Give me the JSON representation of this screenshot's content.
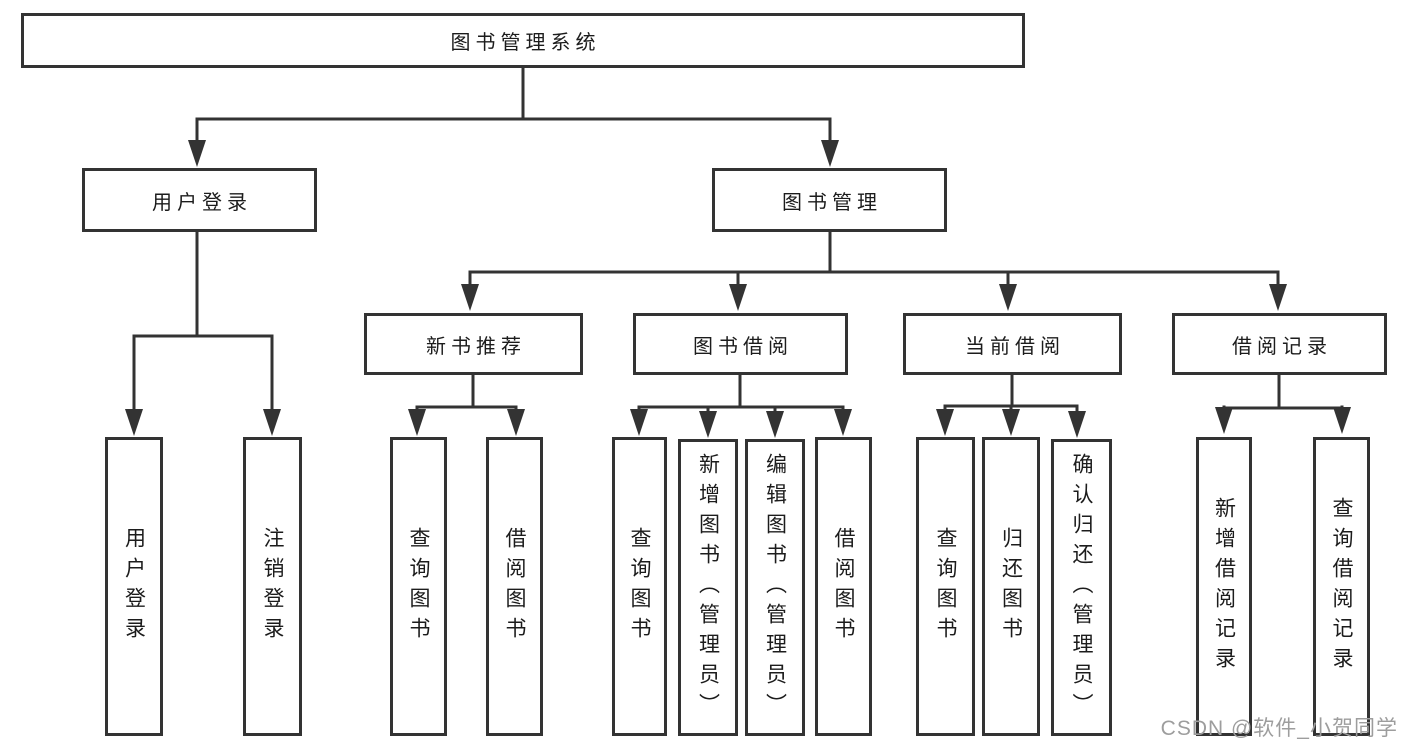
{
  "diagram": {
    "type": "hierarchy-tree",
    "title": "图书管理系统",
    "line_color": "#333333",
    "box_border_color": "#333333",
    "text_color": "#1c1c1c",
    "nodes": [
      {
        "id": "root",
        "parent": null,
        "label": "图书管理系统"
      },
      {
        "id": "user-login",
        "parent": "root",
        "label": "用户登录"
      },
      {
        "id": "book-mgmt",
        "parent": "root",
        "label": "图书管理"
      },
      {
        "id": "new-book-rec",
        "parent": "book-mgmt",
        "label": "新书推荐"
      },
      {
        "id": "book-borrow",
        "parent": "book-mgmt",
        "label": "图书借阅"
      },
      {
        "id": "current-borrow",
        "parent": "book-mgmt",
        "label": "当前借阅"
      },
      {
        "id": "borrow-records",
        "parent": "book-mgmt",
        "label": "借阅记录"
      },
      {
        "id": "leaf-user-login",
        "parent": "user-login",
        "label": "用户登录"
      },
      {
        "id": "leaf-logout",
        "parent": "user-login",
        "label": "注销登录"
      },
      {
        "id": "leaf-nb-query",
        "parent": "new-book-rec",
        "label": "查询图书"
      },
      {
        "id": "leaf-nb-borrow",
        "parent": "new-book-rec",
        "label": "借阅图书"
      },
      {
        "id": "leaf-bb-query",
        "parent": "book-borrow",
        "label": "查询图书"
      },
      {
        "id": "leaf-bb-add",
        "parent": "book-borrow",
        "label": "新增图书（管理员）"
      },
      {
        "id": "leaf-bb-edit",
        "parent": "book-borrow",
        "label": "编辑图书（管理员）"
      },
      {
        "id": "leaf-bb-borrow",
        "parent": "book-borrow",
        "label": "借阅图书"
      },
      {
        "id": "leaf-cb-query",
        "parent": "current-borrow",
        "label": "查询图书"
      },
      {
        "id": "leaf-cb-return",
        "parent": "current-borrow",
        "label": "归还图书"
      },
      {
        "id": "leaf-cb-confirm",
        "parent": "current-borrow",
        "label": "确认归还（管理员）"
      },
      {
        "id": "leaf-br-add",
        "parent": "borrow-records",
        "label": "新增借阅记录"
      },
      {
        "id": "leaf-br-query",
        "parent": "borrow-records",
        "label": "查询借阅记录"
      }
    ]
  },
  "watermark": {
    "text": "CSDN @软件_小贺同学",
    "color": "#9d9d9d"
  }
}
